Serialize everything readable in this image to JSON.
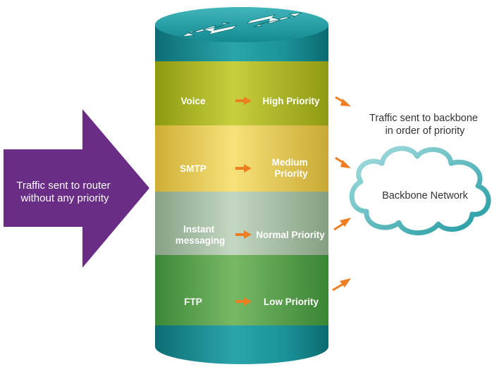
{
  "incoming_label": [
    "Traffic sent to router",
    "without any priority"
  ],
  "outgoing_label": [
    "Traffic sent to backbone",
    "in order of priority"
  ],
  "cloud_label": "Backbone Network",
  "colors": {
    "incoming_arrow": "#6a2d86",
    "priority_arrow": "#ef7d22",
    "cloud_stroke": "#4bb3b8",
    "router_teal": "#168d93"
  },
  "tiers": [
    {
      "traffic": [
        "Voice"
      ],
      "priority": [
        "High Priority"
      ],
      "color": "#a9b41b"
    },
    {
      "traffic": [
        "SMTP"
      ],
      "priority": [
        "Medium",
        "Priority"
      ],
      "color": "#e8cf4f"
    },
    {
      "traffic": [
        "Instant",
        "messaging"
      ],
      "priority": [
        "Normal Priority"
      ],
      "color": "#9db69c"
    },
    {
      "traffic": [
        "FTP"
      ],
      "priority": [
        "Low Priority"
      ],
      "color": "#4f9c48"
    }
  ]
}
